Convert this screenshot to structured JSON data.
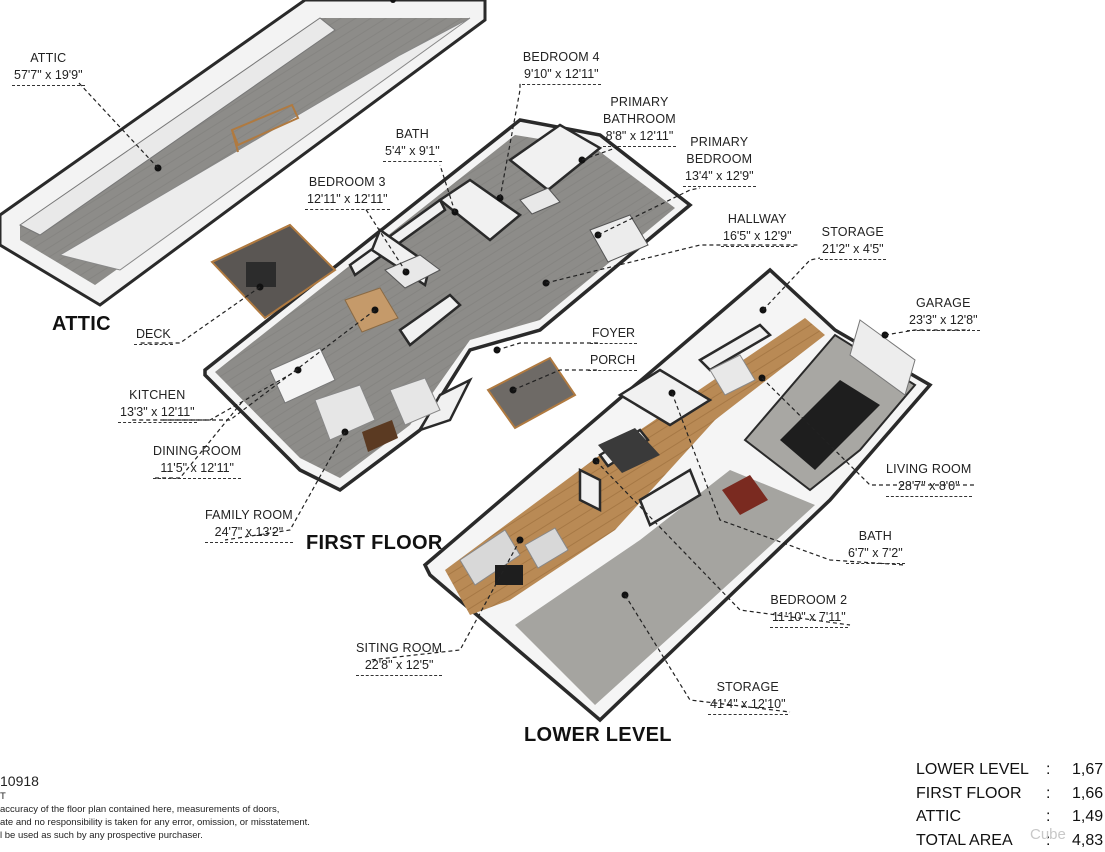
{
  "floors": {
    "attic": "ATTIC",
    "first": "FIRST FLOOR",
    "lower": "LOWER LEVEL"
  },
  "rooms": {
    "attic": {
      "name": "ATTIC",
      "dim": "57'7\" x 19'9\""
    },
    "bedroom4": {
      "name": "BEDROOM 4",
      "dim": "9'10\" x 12'11\""
    },
    "primary_bathroom": {
      "name1": "PRIMARY",
      "name2": "BATHROOM",
      "dim": "8'8\" x 12'11\""
    },
    "primary_bedroom": {
      "name1": "PRIMARY",
      "name2": "BEDROOM",
      "dim": "13'4\" x 12'9\""
    },
    "bath_upper": {
      "name": "BATH",
      "dim": "5'4\" x 9'1\""
    },
    "bedroom3": {
      "name": "BEDROOM 3",
      "dim": "12'11\" x 12'11\""
    },
    "hallway": {
      "name": "HALLWAY",
      "dim": "16'5\" x 12'9\""
    },
    "storage_small": {
      "name": "STORAGE",
      "dim": "21'2\" x 4'5\""
    },
    "garage": {
      "name": "GARAGE",
      "dim": "23'3\" x 12'8\""
    },
    "deck": {
      "name": "DECK"
    },
    "foyer": {
      "name": "FOYER"
    },
    "porch": {
      "name": "PORCH"
    },
    "kitchen": {
      "name": "KITCHEN",
      "dim": "13'3\" x 12'11\""
    },
    "dining": {
      "name": "DINING ROOM",
      "dim": "11'5\" x 12'11\""
    },
    "family": {
      "name": "FAMILY ROOM",
      "dim": "24'7\" x 13'2\""
    },
    "living": {
      "name": "LIVING ROOM",
      "dim": "28'7\" x 8'0\""
    },
    "bath_lower": {
      "name": "BATH",
      "dim": "6'7\" x 7'2\""
    },
    "bedroom2": {
      "name": "BEDROOM 2",
      "dim": "11'10\" x 7'11\""
    },
    "siting": {
      "name": "SITING ROOM",
      "dim": "22'8\" x 12'5\""
    },
    "storage_large": {
      "name": "STORAGE",
      "dim": "41'4\" x 12'10\""
    }
  },
  "footer": {
    "line1": "10918",
    "line2": "T",
    "line3": "accuracy of the floor plan contained here, measurements of doors,",
    "line4": "ate and no responsibility is taken for any error, omission, or misstatement.",
    "line5": "l be used as such by any prospective purchaser."
  },
  "totals": [
    {
      "label": "LOWER LEVEL",
      "colon": ":",
      "value": "1,67"
    },
    {
      "label": "FIRST FLOOR",
      "colon": ":",
      "value": "1,66"
    },
    {
      "label": "ATTIC",
      "colon": ":",
      "value": "1,49"
    },
    {
      "label": "TOTAL AREA",
      "colon": ":",
      "value": "4,83"
    }
  ],
  "watermark": "Cube",
  "colors": {
    "wall_top": "#2a2a2a",
    "wall_side": "#f2f2f2",
    "attic_floor": "#9a9895",
    "first_floor": "#8c8c8a",
    "wood_floor": "#b98a55",
    "concrete": "#a5a4a0",
    "garage_floor": "#a8a7a3"
  }
}
